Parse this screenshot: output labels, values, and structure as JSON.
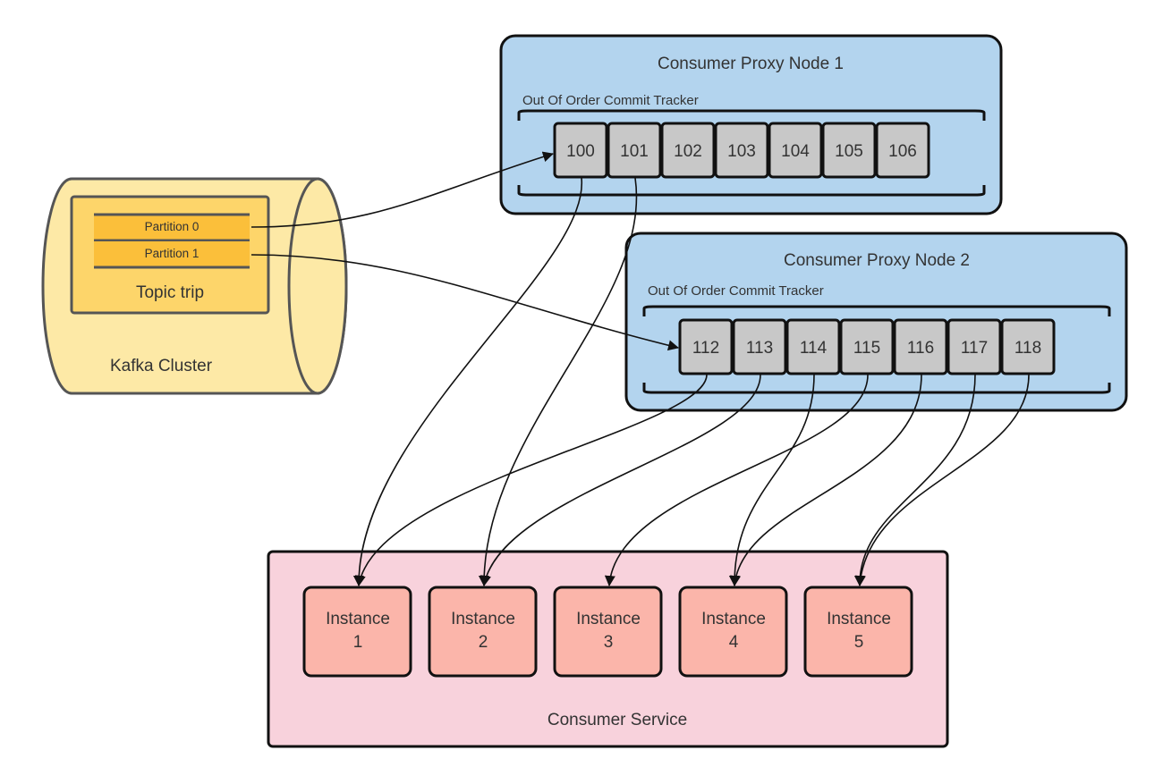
{
  "kafka": {
    "label": "Kafka Cluster",
    "topic_label": "Topic trip",
    "partitions": [
      "Partition 0",
      "Partition 1"
    ]
  },
  "proxy_nodes": [
    {
      "title": "Consumer Proxy Node 1",
      "tracker_label": "Out Of Order Commit Tracker",
      "offsets": [
        "100",
        "101",
        "102",
        "103",
        "104",
        "105",
        "106"
      ]
    },
    {
      "title": "Consumer Proxy Node 2",
      "tracker_label": "Out Of Order Commit Tracker",
      "offsets": [
        "112",
        "113",
        "114",
        "115",
        "116",
        "117",
        "118"
      ]
    }
  ],
  "consumer_service": {
    "label": "Consumer Service",
    "instances": [
      {
        "line1": "Instance",
        "line2": "1"
      },
      {
        "line1": "Instance",
        "line2": "2"
      },
      {
        "line1": "Instance",
        "line2": "3"
      },
      {
        "line1": "Instance",
        "line2": "4"
      },
      {
        "line1": "Instance",
        "line2": "5"
      }
    ]
  },
  "colors": {
    "kafka_fill": "#fde9a6",
    "topic_fill": "#fdd56a",
    "partition_fill": "#fbbf3a",
    "proxy_fill": "#b3d4ee",
    "offset_fill": "#c8c8c8",
    "service_fill": "#f8d2dc",
    "instance_fill": "#fbb5aa",
    "stroke": "#111111"
  }
}
